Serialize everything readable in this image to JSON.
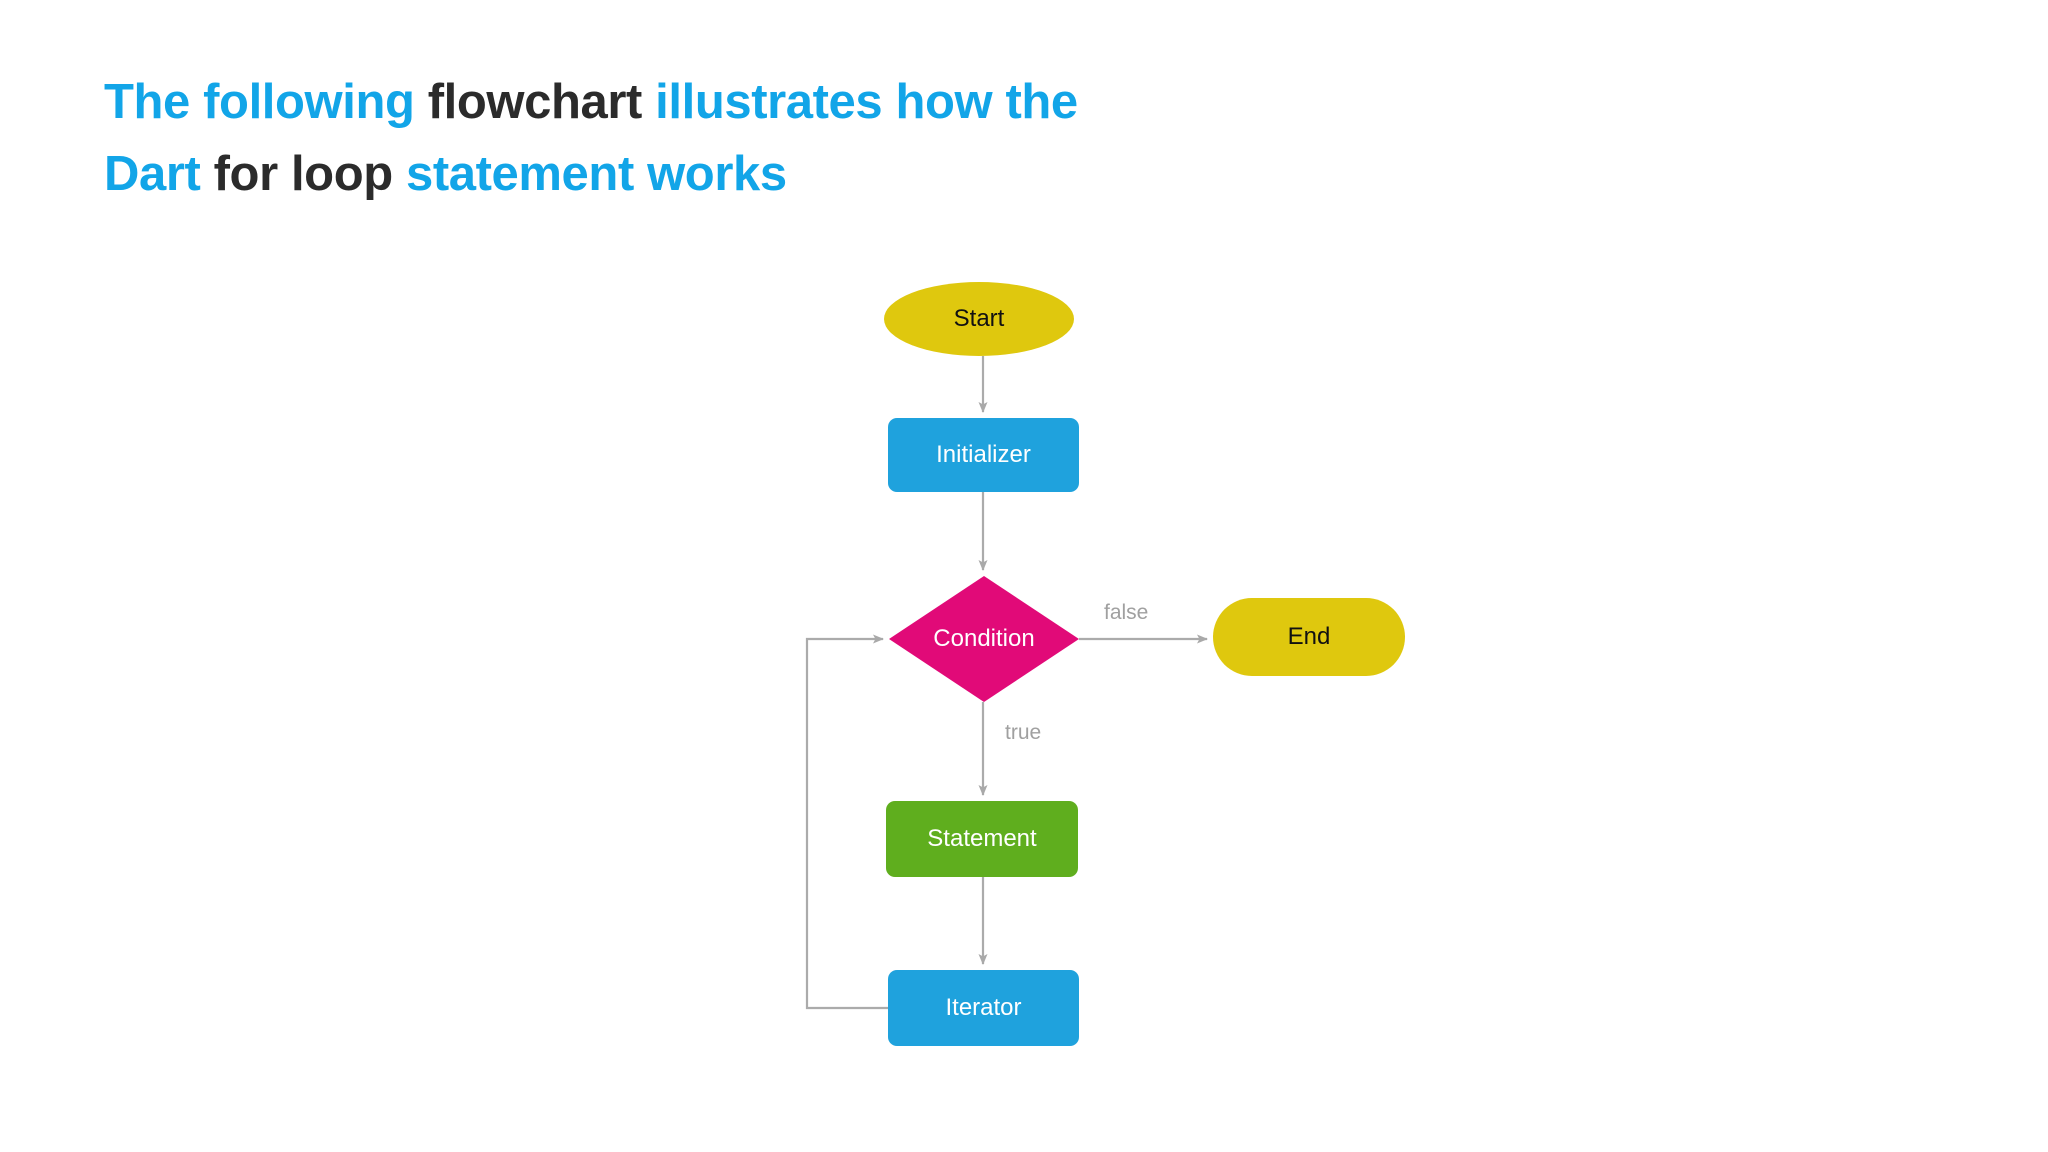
{
  "slide": {
    "background": "#FFFFFF",
    "title": {
      "line1": [
        {
          "text": "The following ",
          "color": "#12A5E8"
        },
        {
          "text": "flowchart ",
          "color": "#2B2B2B"
        },
        {
          "text": "illustrates how the",
          "color": "#12A5E8"
        }
      ],
      "line2": [
        {
          "text": "Dart ",
          "color": "#12A5E8"
        },
        {
          "text": "for loop ",
          "color": "#2B2B2B"
        },
        {
          "text": "statement works",
          "color": "#12A5E8"
        }
      ],
      "plain": "The following flowchart illustrates how the Dart for loop statement works"
    }
  },
  "chart_data": {
    "type": "diagram",
    "diagram_kind": "flowchart",
    "title": "The following flowchart illustrates how the Dart for loop statement works",
    "nodes": [
      {
        "id": "start",
        "label": "Start",
        "shape": "ellipse",
        "fill": "#DFC80E",
        "text_color": "#111111"
      },
      {
        "id": "initializer",
        "label": "Initializer",
        "shape": "rounded-rect",
        "fill": "#1FA2DD",
        "text_color": "#FFFFFF"
      },
      {
        "id": "condition",
        "label": "Condition",
        "shape": "diamond",
        "fill": "#E10A78",
        "text_color": "#FFFFFF"
      },
      {
        "id": "end",
        "label": "End",
        "shape": "stadium",
        "fill": "#DFC80E",
        "text_color": "#111111"
      },
      {
        "id": "statement",
        "label": "Statement",
        "shape": "rounded-rect",
        "fill": "#5FAE1E",
        "text_color": "#FFFFFF"
      },
      {
        "id": "iterator",
        "label": "Iterator",
        "shape": "rounded-rect",
        "fill": "#1FA2DD",
        "text_color": "#FFFFFF"
      }
    ],
    "edges": [
      {
        "from": "start",
        "to": "initializer",
        "label": "",
        "direction": "down"
      },
      {
        "from": "initializer",
        "to": "condition",
        "label": "",
        "direction": "down"
      },
      {
        "from": "condition",
        "to": "end",
        "label": "false",
        "direction": "right"
      },
      {
        "from": "condition",
        "to": "statement",
        "label": "true",
        "direction": "down"
      },
      {
        "from": "statement",
        "to": "iterator",
        "label": "",
        "direction": "down"
      },
      {
        "from": "iterator",
        "to": "condition",
        "label": "",
        "direction": "loop-left-up"
      }
    ],
    "edge_color": "#ABABAB",
    "edge_label_color": "#A0A0A0"
  },
  "nodes": {
    "start": "Start",
    "initializer": "Initializer",
    "condition": "Condition",
    "end": "End",
    "statement": "Statement",
    "iterator": "Iterator"
  },
  "edge_labels": {
    "false": "false",
    "true": "true"
  }
}
